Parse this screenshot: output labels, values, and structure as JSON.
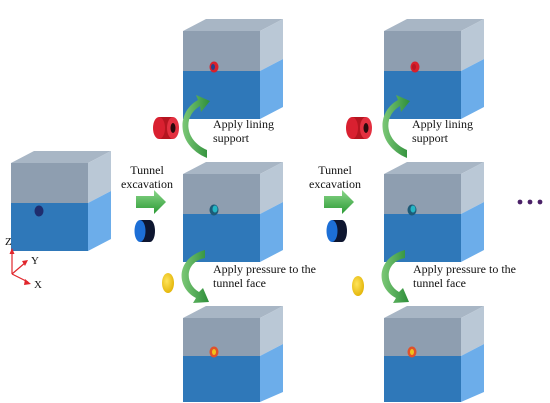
{
  "steps": {
    "excavation_line1": "Tunnel",
    "excavation_line2": "excavation",
    "lining_line1": "Apply lining",
    "lining_line2": "support",
    "pressure_line1": "Apply pressure to the",
    "pressure_line2": "tunnel face"
  },
  "axes": {
    "z": "Z",
    "y": "Y",
    "x": "X"
  },
  "ellipsis": "• • •",
  "colors": {
    "block_top": "#8f9fb1",
    "block_bottom": "#2f77b8",
    "side_top": "#bac8d6",
    "side_bottom": "#6fb0e6",
    "arrow_green": "#2ca13a",
    "lining_red": "#d92030",
    "face_yellow": "#f2cc1a",
    "cutter_blue": "#1d6fd6",
    "ellipsis": "#4b2268"
  },
  "icons": [
    "green-arrow-icon",
    "curved-arrow-icon",
    "lining-ring-icon",
    "face-pressure-icon",
    "cutter-disc-icon"
  ]
}
